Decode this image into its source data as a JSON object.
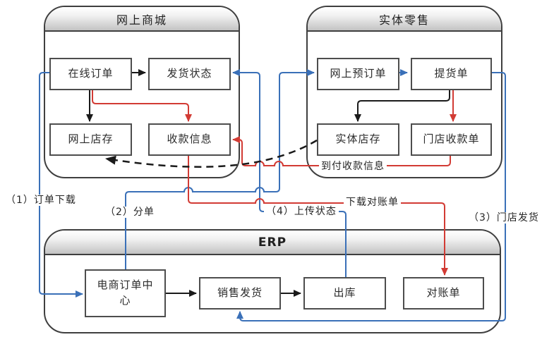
{
  "diagram": {
    "containers": {
      "online_mall": {
        "title": "网上商城"
      },
      "physical_retail": {
        "title": "实体零售"
      },
      "erp": {
        "title": "ERP"
      }
    },
    "nodes": {
      "online_order": "在线订单",
      "ship_status": "发货状态",
      "online_inventory": "网上店存",
      "payment_info": "收款信息",
      "online_preorder": "网上预订单",
      "pickup_slip": "提货单",
      "store_inventory": "实体店存",
      "store_receipt": "门店收款单",
      "ec_order_center": "电商订单中心",
      "sales_delivery": "销售发货",
      "outbound": "出库",
      "statement": "对账单"
    },
    "edge_labels": {
      "order_download": "（1）订单下载",
      "split_order": "（2）分单",
      "store_delivery": "（3）门店发货",
      "upload_status": "（4）上传状态",
      "download_statement": "下载对账单",
      "cod_payment_info": "到付收款信息"
    },
    "colors": {
      "blue_flow": "#3A70B8",
      "red_flow": "#D23B34",
      "black_flow": "#1A1A1A",
      "box_border": "#4D4D4D",
      "header_gradient_end": "#C3C3C3"
    }
  }
}
